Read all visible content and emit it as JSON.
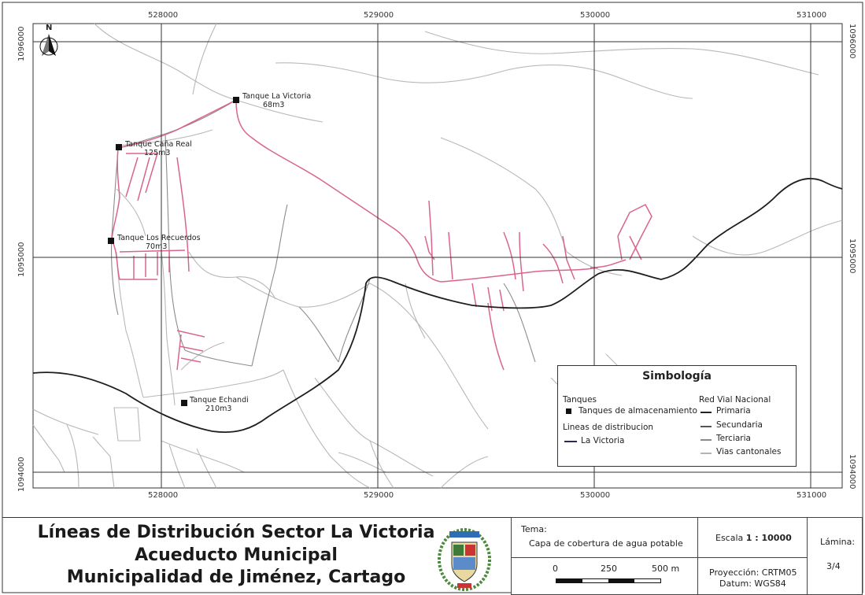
{
  "map": {
    "north_label": "N",
    "x_ticks": [
      "528000",
      "529000",
      "530000",
      "531000"
    ],
    "y_ticks": [
      "1096000",
      "1095000",
      "1094000"
    ],
    "tanks": [
      {
        "name": "Tanque La Victoria",
        "capacity": "68m3"
      },
      {
        "name": "Tanque Caña Real",
        "capacity": "125m3"
      },
      {
        "name": "Tanque Los Recuerdos",
        "capacity": "70m3"
      },
      {
        "name": "Tanque Echandi",
        "capacity": "210m3"
      }
    ],
    "colors": {
      "distribution": "#d9668a",
      "primaria": "#222222",
      "secundaria": "#555555",
      "terciaria": "#8a8a8a",
      "cantonales": "#b4b4b4",
      "grid": "#333333"
    }
  },
  "legend": {
    "title": "Simbología",
    "tanques_header": "Tanques",
    "tanques_item": "Tanques de almacenamiento",
    "lineas_header": "Lineas de distribucion",
    "lineas_item": "La Victoria",
    "red_header": "Red Vial Nacional",
    "red_items": [
      "Primaria",
      "Secundaria",
      "Terciaria",
      "Vias cantonales"
    ]
  },
  "titleblock": {
    "title_lines": [
      "Líneas de Distribución Sector La Victoria",
      "Acueducto Municipal",
      "Municipalidad de Jiménez, Cartago"
    ],
    "tema_label": "Tema:",
    "tema_value": "Capa de cobertura de agua potable",
    "escala_label": "Escala",
    "escala_value": "1 : 10000",
    "scalebar_labels": [
      "0",
      "250",
      "500 m"
    ],
    "proyeccion": "Proyección: CRTM05",
    "datum": "Datum: WGS84",
    "lamina_label": "Lámina:",
    "lamina_value": "3/4"
  }
}
